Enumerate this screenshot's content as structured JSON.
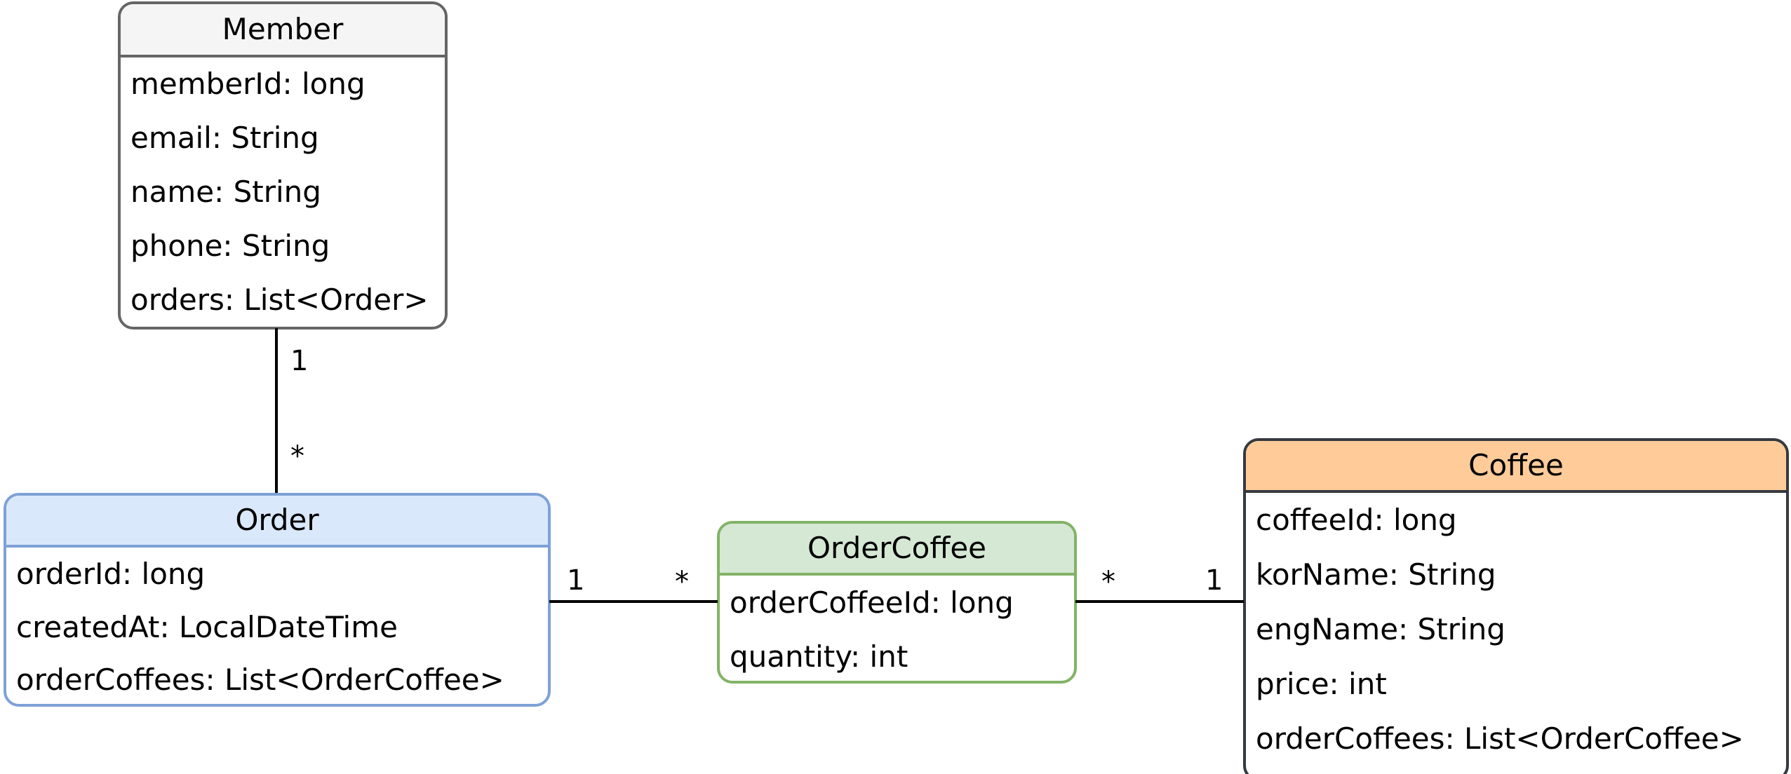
{
  "diagram": {
    "type": "uml-class-diagram",
    "classes": [
      {
        "id": "member",
        "name": "Member",
        "header_color": "#f5f5f5",
        "border_color": "#666666",
        "attributes": [
          "memberId: long",
          "email: String",
          "name: String",
          "phone: String",
          "orders: List<Order>"
        ]
      },
      {
        "id": "order",
        "name": "Order",
        "header_color": "#dae8fc",
        "border_color": "#7ea1d6",
        "attributes": [
          "orderId: long",
          "createdAt: LocalDateTime",
          "orderCoffees: List<OrderCoffee>"
        ]
      },
      {
        "id": "ordercoffee",
        "name": "OrderCoffee",
        "header_color": "#d5e8d4",
        "border_color": "#82b366",
        "attributes": [
          "orderCoffeeId: long",
          "quantity: int"
        ]
      },
      {
        "id": "coffee",
        "name": "Coffee",
        "header_color": "#ffcc99",
        "border_color": "#36393f",
        "attributes": [
          "coffeeId: long",
          "korName: String",
          "engName: String",
          "price: int",
          "orderCoffees: List<OrderCoffee>"
        ]
      }
    ],
    "relationships": [
      {
        "id": "member-order",
        "from": "Member",
        "to": "Order",
        "from_multiplicity": "1",
        "to_multiplicity": "*",
        "orientation": "vertical"
      },
      {
        "id": "order-ordercoffee",
        "from": "Order",
        "to": "OrderCoffee",
        "from_multiplicity": "1",
        "to_multiplicity": "*",
        "orientation": "horizontal"
      },
      {
        "id": "ordercoffee-coffee",
        "from": "OrderCoffee",
        "to": "Coffee",
        "from_multiplicity": "*",
        "to_multiplicity": "1",
        "orientation": "horizontal"
      }
    ]
  }
}
